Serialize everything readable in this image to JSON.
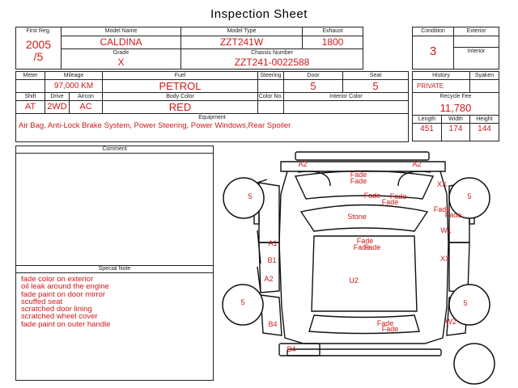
{
  "title": "Inspection Sheet",
  "labels": {
    "first_reg": "First Reg.",
    "model_name": "Model Name",
    "model_type": "Model Type",
    "exhaust": "Exhaust",
    "grade": "Grade",
    "chassis_number": "Chassis Number",
    "condition": "Condition",
    "exterior": "Exterior",
    "interior": "Interior",
    "meter": "Meter",
    "mileage": "Mileage",
    "fuel": "Fuel",
    "steering": "Steering",
    "door": "Door",
    "seat": "Seat",
    "history": "History",
    "syaken": "Syaken",
    "shift": "Shift",
    "drive": "Drive",
    "aircon": "Aircon",
    "body_color": "Body Color",
    "color_no": "Color No.",
    "interior_color": "Interior Color",
    "recycle_fee": "Recycle Fee",
    "equipment": "Equipment",
    "length": "Length",
    "width": "Width",
    "height": "Height",
    "comment": "Comment",
    "special_note": "Special Note"
  },
  "values": {
    "first_reg": "2005\n/5",
    "model_name": "CALDINA",
    "model_type": "ZZT241W",
    "exhaust": "1800",
    "grade": "X",
    "chassis_number": "ZZT241-0022588",
    "condition": "3",
    "mileage": "97,000 KM",
    "fuel": "PETROL",
    "door": "5",
    "seat": "5",
    "history": "PRIVATE",
    "shift": "AT",
    "drive": "2WD",
    "aircon": "AC",
    "body_color": "RED",
    "recycle_fee": "11,780",
    "equipment": "Air Bag, Anti-Lock Brake System, Power Steering, Power Windows,Rear Spoiler",
    "length": "451",
    "width": "174",
    "height": "144"
  },
  "special_notes": "fade color on exterior\noil leak around the engine\nfade paint on door mirror\nscuffed seat\nscratched door lining\nscratched wheel cover\nfade paint on outer handle",
  "diagram_marks": [
    {
      "id": "front-left-corner",
      "text": "A2"
    },
    {
      "id": "front-right-corner",
      "text": "A2"
    },
    {
      "id": "hood-fade-1",
      "text": "Fade"
    },
    {
      "id": "hood-fade-2",
      "text": "Fade"
    },
    {
      "id": "hood-fade-3",
      "text": "Fade"
    },
    {
      "id": "hood-fade-4",
      "text": "Fade"
    },
    {
      "id": "hood-fade-5",
      "text": "Fade"
    },
    {
      "id": "right-fender-xx",
      "text": "XX"
    },
    {
      "id": "left-front-tire",
      "text": "5"
    },
    {
      "id": "right-front-tire",
      "text": "5"
    },
    {
      "id": "right-fender-fade-1",
      "text": "Fade"
    },
    {
      "id": "right-fender-fade-2",
      "text": "Fade"
    },
    {
      "id": "windshield",
      "text": "Stone"
    },
    {
      "id": "left-front-door",
      "text": "A1"
    },
    {
      "id": "right-front-door",
      "text": "W1"
    },
    {
      "id": "roof-fade-1",
      "text": "Fade"
    },
    {
      "id": "roof-fade-2",
      "text": "Fade"
    },
    {
      "id": "roof-fade-3",
      "text": "Fade"
    },
    {
      "id": "left-pillar",
      "text": "B1"
    },
    {
      "id": "right-pillar",
      "text": "XX"
    },
    {
      "id": "left-rear-door",
      "text": "A2"
    },
    {
      "id": "roof-rear",
      "text": "U2"
    },
    {
      "id": "left-rear-tire",
      "text": "5"
    },
    {
      "id": "right-rear-tire",
      "text": "5"
    },
    {
      "id": "left-quarter",
      "text": "B4"
    },
    {
      "id": "right-quarter",
      "text": "W2"
    },
    {
      "id": "rear-gate-fade-1",
      "text": "Fade"
    },
    {
      "id": "rear-gate-fade-2",
      "text": "Fade"
    },
    {
      "id": "rear-bumper",
      "text": "B4"
    }
  ]
}
